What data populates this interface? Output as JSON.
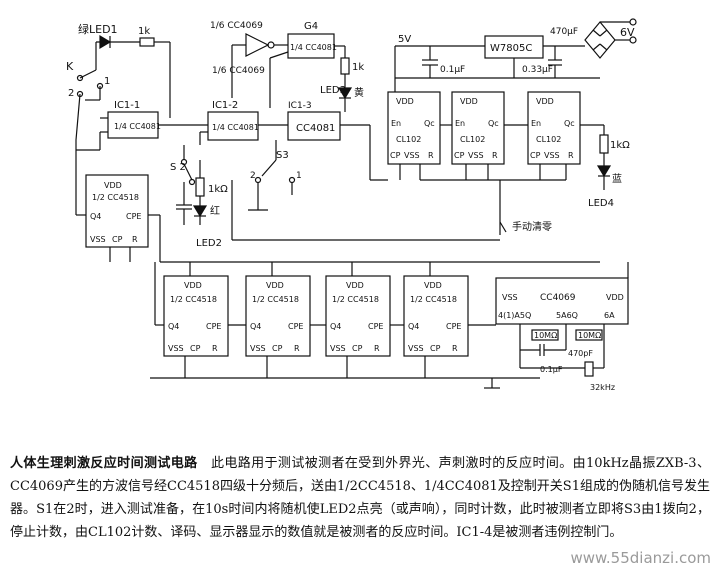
{
  "labels": {
    "green_led": "绿LED1",
    "r_1k_top": "1k",
    "switch_k": "K",
    "pos1": "1",
    "pos2": "2",
    "ic1_1": "IC1-1",
    "quarter_4081": "1/4 CC4081",
    "cc4069_a": "1/6 CC4069",
    "cc4069_b": "1/6 CC4069",
    "g4": "G4",
    "g4_4081": "1/4 CC4081",
    "r_1k_led3": "1k",
    "led3": "LED3",
    "led3_color": "黄",
    "supply_5v": "5V",
    "reg": "W7805C",
    "cap_470": "470μF",
    "cap_01": "0.1μF",
    "cap_033": "0.33μF",
    "supply_6v": "6V",
    "ic1_2": "IC1-2",
    "ic1_2_part": "1/4 CC4081",
    "ic1_3": "IC1-3",
    "ic1_3_part": "CC4081",
    "s2": "S 2",
    "s3": "S3",
    "r_1k_led2": "1kΩ",
    "led2_color": "红",
    "led2": "LED2",
    "r_1k_led4": "1kΩ",
    "led4": "LED4",
    "led4_color": "蓝",
    "manual_reset": "手动清零",
    "vdd": "VDD",
    "vss": "VSS",
    "cl102": "CL102",
    "en": "En",
    "qc": "Qc",
    "cp": "CP",
    "r": "R",
    "cc4518_half": "1/2 CC4518",
    "q4": "Q4",
    "cpe": "CPE",
    "cc4069": "CC4069",
    "osc_pins": [
      "4(1)A5Q",
      "5A6Q",
      "6A"
    ],
    "r_10m_a": "10MΩ",
    "r_10m_b": "10MΩ",
    "cap_470p": "470pF",
    "cap_01b": "0.1μF",
    "xtal": "32kHz"
  },
  "caption": {
    "title": "人体生理刺激反应时间测试电路",
    "body": "此电路用于测试被测者在受到外界光、声刺激时的反应时间。由10kHz晶振ZXB-3、CC4069产生的方波信号经CC4518四级十分频后，送由1/2CC4518、1/4CC4081及控制开关S1组成的伪随机信号发生器。S1在2时，进入测试准备，在10s时间内将随机使LED2点亮（或声响），同时计数，此时被测者立即将S3由1拨向2，停止计数，由CL102计数、译码、显示器显示的数值就是被测者的反应时间。IC1-4是被测者违例控制门。"
  },
  "watermark": "www.55dianzi.com"
}
